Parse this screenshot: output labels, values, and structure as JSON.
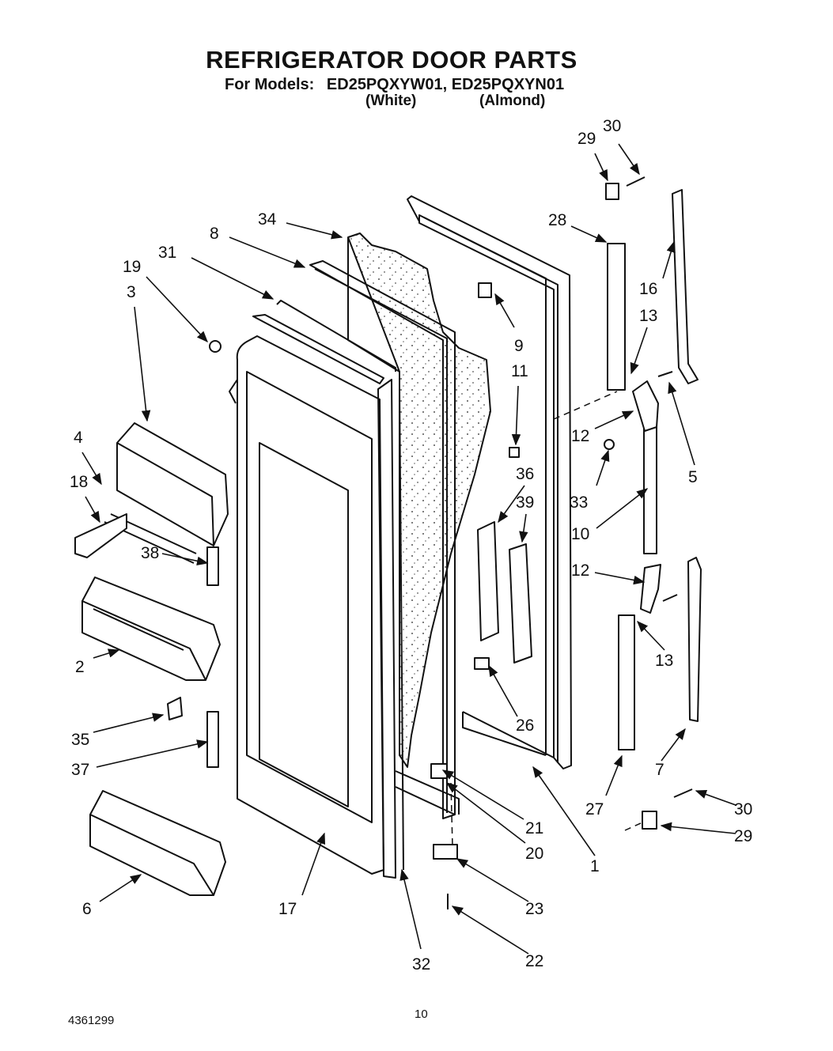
{
  "header": {
    "title": "REFRIGERATOR DOOR PARTS",
    "models_label": "For Models:",
    "model_white": "ED25PQXYW01,",
    "model_almond": "ED25PQXYN01",
    "variant_white": "(White)",
    "variant_almond": "(Almond)"
  },
  "footer": {
    "doc_number": "4361299",
    "page_number": "10"
  },
  "callouts": [
    "30",
    "29",
    "28",
    "34",
    "8",
    "16",
    "31",
    "19",
    "13",
    "3",
    "9",
    "11",
    "12",
    "5",
    "4",
    "36",
    "33",
    "18",
    "39",
    "10",
    "38",
    "12",
    "2",
    "13",
    "26",
    "35",
    "37",
    "7",
    "27",
    "30",
    "21",
    "29",
    "20",
    "1",
    "6",
    "17",
    "23",
    "32",
    "22"
  ]
}
